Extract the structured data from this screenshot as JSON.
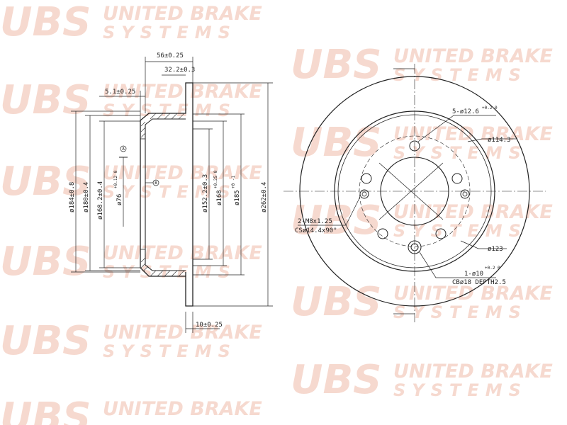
{
  "watermark": {
    "logo": "UBS",
    "line1": "UNITED BRAKE",
    "line2": "SYSTEMS"
  },
  "side_view": {
    "top_dims": {
      "total_height": "56±0.25",
      "hat_height": "32.2±0.3",
      "flange": "5.1±0.25"
    },
    "bottom_dim": "10±0.25",
    "diameters": [
      {
        "id": "d184",
        "text": "ø184±0.8",
        "sup": ""
      },
      {
        "id": "d180",
        "text": "ø180±0.4",
        "sup": ""
      },
      {
        "id": "d168",
        "text": "ø168.2±0.4",
        "sup": ""
      },
      {
        "id": "d76",
        "text": "ø76",
        "sup": "+0.12 0"
      },
      {
        "id": "d152",
        "text": "ø152.2±0.3",
        "sup": ""
      },
      {
        "id": "d168b",
        "text": "ø168",
        "sup": "+0.25 0"
      },
      {
        "id": "d185",
        "text": "ø185",
        "sup": "+0 -1"
      },
      {
        "id": "d262",
        "text": "ø262±0.4",
        "sup": ""
      }
    ],
    "markers": [
      "A",
      "B"
    ]
  },
  "front_view": {
    "bolt_holes": "5-ø12.6",
    "bolt_holes_tol": "+0.2 0",
    "pcd": "ø114.3",
    "thread": "2-M8x1.25",
    "chamfer": "CSø14.4x90°",
    "center": "ø123",
    "pin_hole": "1-ø10",
    "pin_hole_tol": "+0.2 0",
    "counterbore": "CBø18 DEPTH2.5"
  }
}
